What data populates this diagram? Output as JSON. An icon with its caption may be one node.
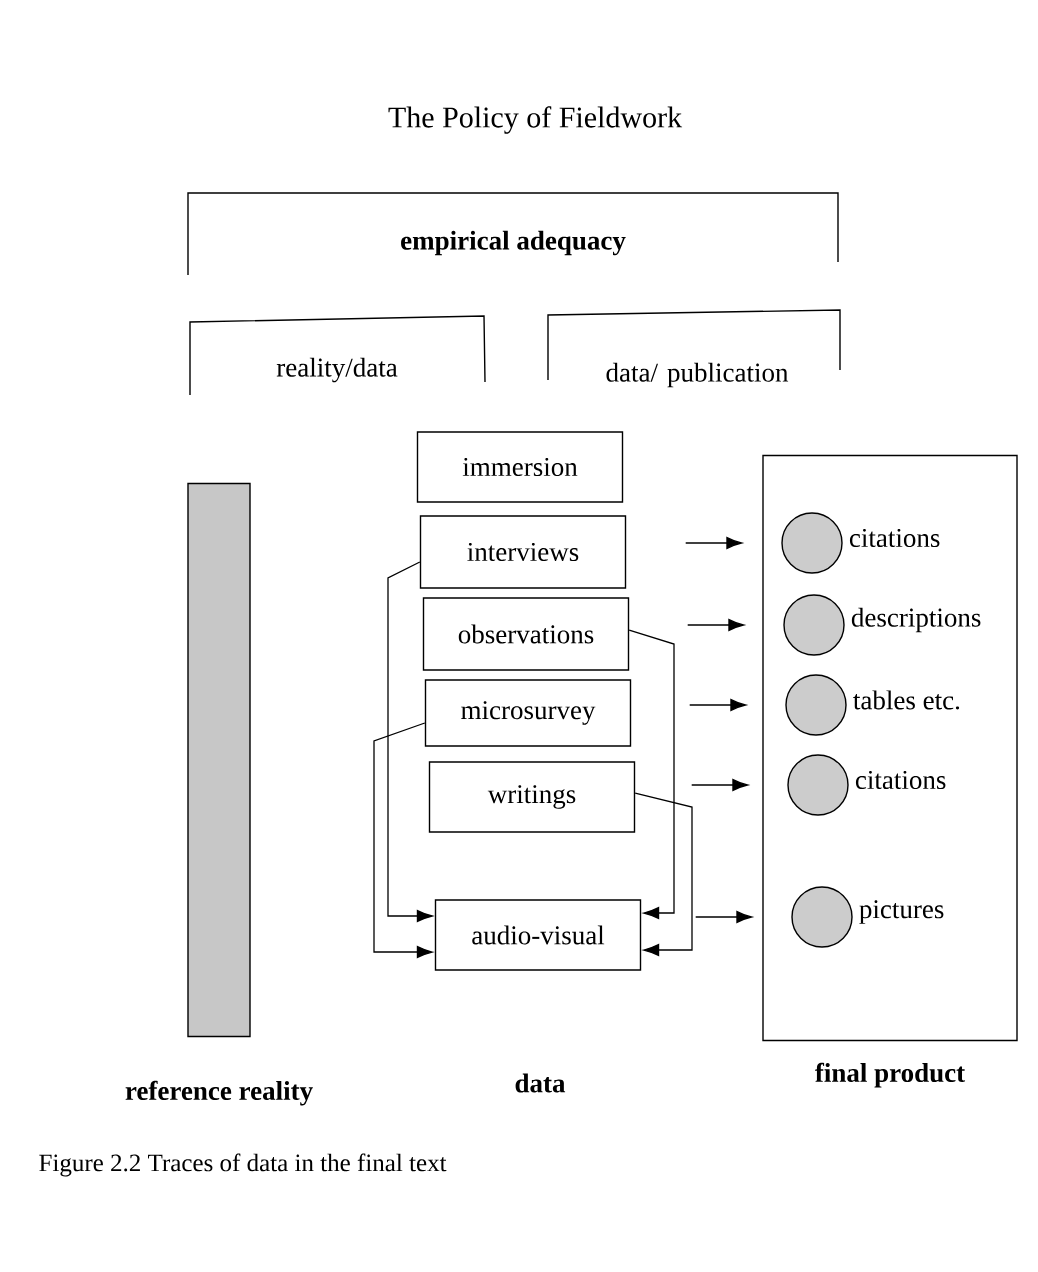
{
  "diagram": {
    "caption": "Figure 2.2 Traces of data in the final text",
    "nodes": [
      {
        "text": [
          "reference reality"
        ]
      },
      {
        "text": [
          "immersion"
        ]
      },
      {
        "text": [
          "interviews"
        ]
      },
      {
        "text": [
          "observations"
        ]
      },
      {
        "text": [
          "microsurvey"
        ]
      },
      {
        "text": [
          "writings"
        ]
      },
      {
        "text": [
          "audio-visual"
        ]
      },
      {
        "text": [
          "final product"
        ]
      },
      {
        "text": [],
        "shape": "circle",
        "in": 7,
        "beside": [
          "citations"
        ]
      },
      {
        "text": [],
        "shape": "circle",
        "in": 7,
        "beside": [
          "descriptions"
        ]
      },
      {
        "text": [],
        "shape": "circle",
        "in": 7,
        "beside": [
          "tables etc."
        ]
      },
      {
        "text": [],
        "shape": "circle",
        "in": 7,
        "beside": [
          "citations"
        ]
      },
      {
        "text": [],
        "shape": "circle",
        "in": 7,
        "beside": [
          "pictures"
        ]
      }
    ],
    "edges": [
      {
        "from": 2,
        "to": 6,
        "arrow": "to"
      },
      {
        "from": 4,
        "to": 6,
        "arrow": "to"
      },
      {
        "from": 3,
        "to": 6,
        "arrow": "to"
      },
      {
        "from": 5,
        "to": 6,
        "arrow": "to"
      },
      {
        "from": 2,
        "to": 8,
        "arrow": "to"
      },
      {
        "from": 3,
        "to": 9,
        "arrow": "to"
      },
      {
        "from": 4,
        "to": 10,
        "arrow": "to"
      },
      {
        "from": 5,
        "to": 11,
        "arrow": "to"
      },
      {
        "from": 6,
        "to": 12,
        "arrow": "to"
      }
    ],
    "labels": [
      "The Policy of Fieldwork",
      "empirical adequacy",
      "reality/data",
      "data/ publication",
      "data"
    ]
  }
}
